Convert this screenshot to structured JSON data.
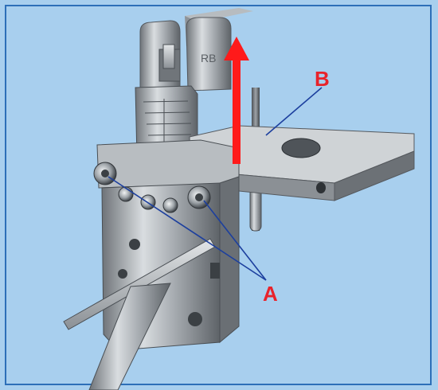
{
  "callouts": {
    "a": "A",
    "b": "B"
  },
  "engraving": {
    "foot_mark": "RB"
  },
  "colors": {
    "background": "#a8cfee",
    "frame": "#2d6fb8",
    "callout_text": "#e8232b",
    "leader_line": "#1c3f9e",
    "arrow": "#ff1a1a"
  },
  "icons": {
    "arrow": "up-arrow-icon"
  }
}
